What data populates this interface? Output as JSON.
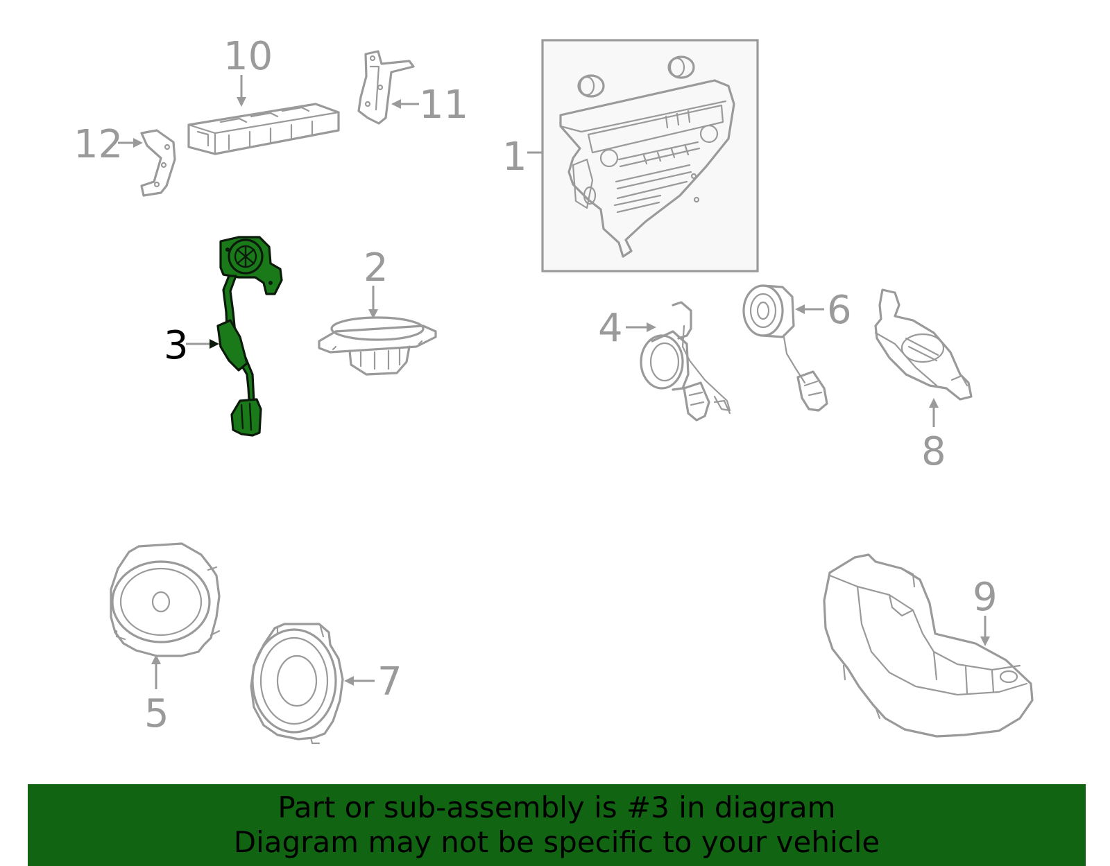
{
  "callouts": {
    "c1": "1",
    "c2": "2",
    "c3": "3",
    "c4": "4",
    "c5": "5",
    "c6": "6",
    "c7": "7",
    "c8": "8",
    "c9": "9",
    "c10": "10",
    "c11": "11",
    "c12": "12"
  },
  "highlighted_part": "3",
  "highlight_color": "#1a7a1a",
  "banner": {
    "line1": "Part or sub-assembly is #3 in diagram",
    "line2": "Diagram may not be specific to your vehicle",
    "background": "#116411"
  }
}
